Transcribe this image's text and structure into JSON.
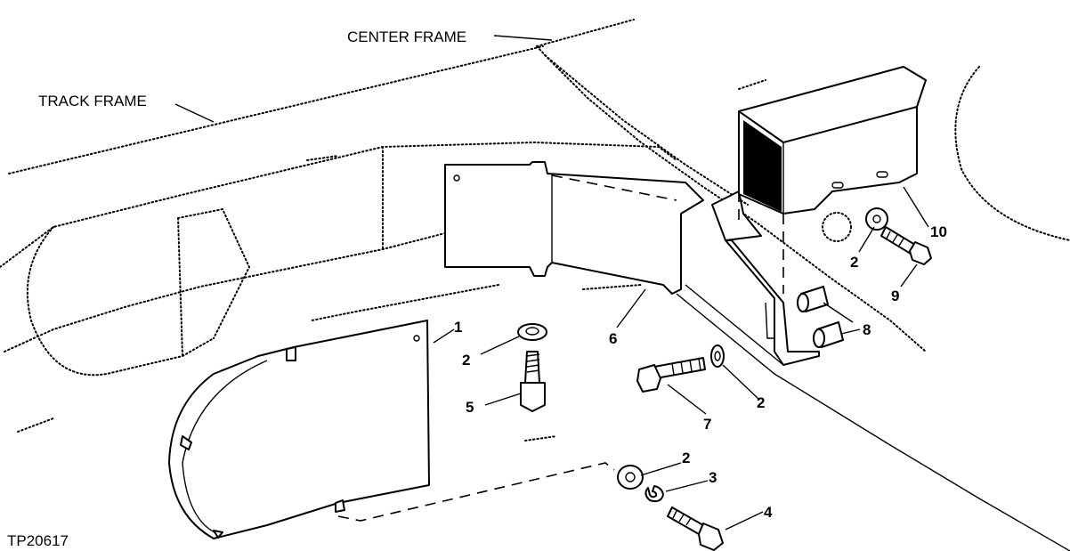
{
  "labels": {
    "center_frame": "CENTER FRAME",
    "track_frame": "TRACK FRAME",
    "figure_id": "TP20617"
  },
  "callouts": {
    "c1": "1",
    "c2a": "2",
    "c2b": "2",
    "c2c": "2",
    "c2d": "2",
    "c3": "3",
    "c4": "4",
    "c5": "5",
    "c6": "6",
    "c7": "7",
    "c8": "8",
    "c9": "9",
    "c10": "10"
  }
}
